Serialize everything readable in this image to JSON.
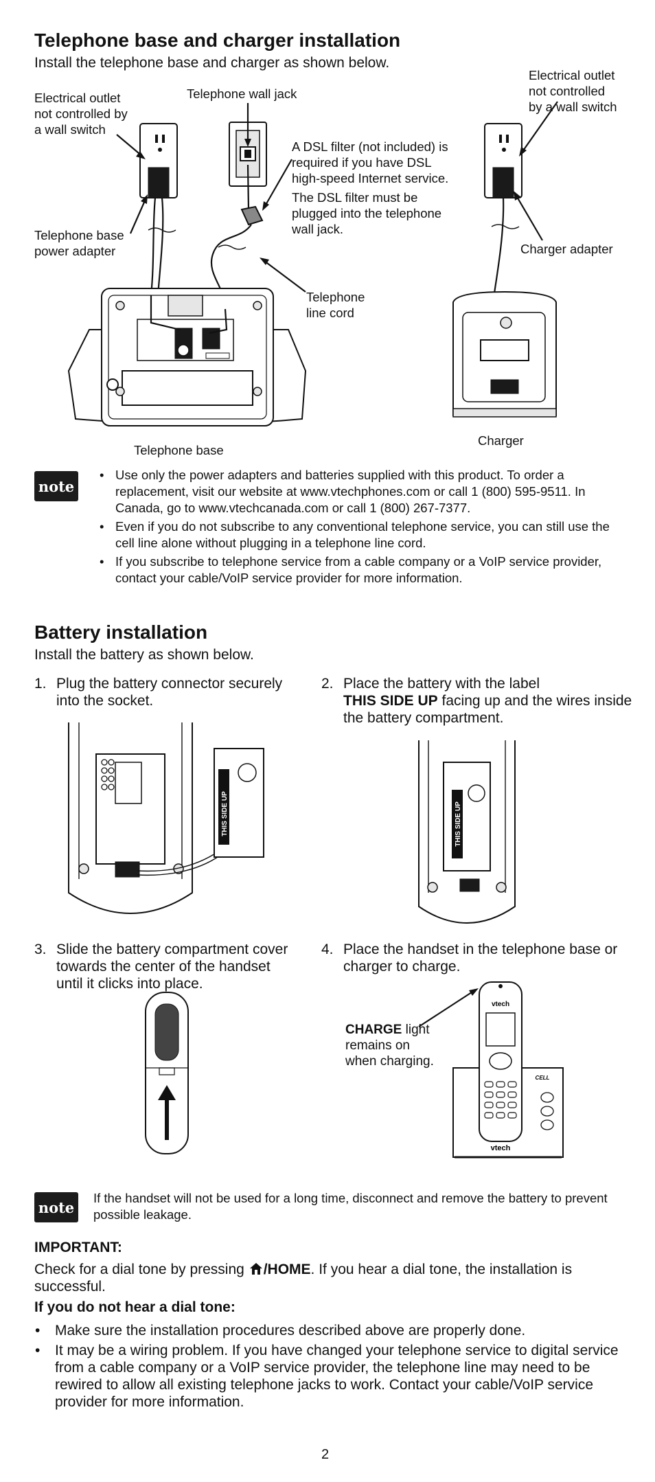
{
  "section1": {
    "title": "Telephone base and charger installation",
    "subtitle": "Install the telephone base and charger as shown below.",
    "labels": {
      "outlet_left": [
        "Electrical outlet",
        "not controlled by",
        "a wall switch"
      ],
      "wall_jack": "Telephone wall jack",
      "outlet_right": [
        "Electrical outlet",
        "not controlled",
        "by a wall switch"
      ],
      "dsl_filter": [
        "A DSL filter (not included) is",
        "required if you have DSL",
        "high-speed Internet service."
      ],
      "dsl_plug": [
        "The DSL filter must be",
        "plugged into the telephone",
        "wall jack."
      ],
      "base_adapter": [
        "Telephone base",
        "power adapter"
      ],
      "charger_adapter": "Charger adapter",
      "line_cord": [
        "Telephone",
        "line cord"
      ],
      "telephone_base": "Telephone base",
      "charger": "Charger"
    },
    "note_badge": "note",
    "notes": [
      "Use only the power adapters and batteries supplied with this product. To order a replacement, visit our website at www.vtechphones.com or call 1 (800) 595-9511. In Canada, go to www.vtechcanada.com or call 1 (800) 267-7377.",
      "Even if you do not subscribe to any conventional telephone service, you can still use the cell line alone without plugging in a telephone line cord.",
      "If you subscribe to telephone service from a cable company or a VoIP service provider, contact your cable/VoIP service provider for more information."
    ]
  },
  "section2": {
    "title": "Battery installation",
    "subtitle": "Install the battery as shown below.",
    "steps": [
      {
        "num": "1.",
        "text": "Plug the battery connector securely into the socket."
      },
      {
        "num": "2.",
        "text_pre": "Place the battery with the label",
        "text_bold": "THIS SIDE UP",
        "text_post": "facing up and the wires inside the battery compartment."
      },
      {
        "num": "3.",
        "text": "Slide the battery compartment cover towards the center of the handset until it clicks into place."
      },
      {
        "num": "4.",
        "text": "Place the handset in the telephone base or charger to charge."
      }
    ],
    "battery_label": "THIS SIDE UP",
    "charge_light": {
      "bold": "CHARGE",
      "rest": "light",
      "line2": "remains on",
      "line3": "when charging."
    },
    "phone_brand": "vtech",
    "cell_brand": "CELL",
    "note_badge": "note",
    "note": "If the handset will not be used for a long time, disconnect and remove the battery to prevent possible leakage."
  },
  "important": {
    "heading": "IMPORTANT:",
    "text_pre": "Check for a dial tone by pressing",
    "text_key": "/HOME",
    "text_post": ". If you hear a dial tone, the installation is successful.",
    "no_tone_heading": "If you do not hear a dial tone:",
    "bullets": [
      "Make sure the installation procedures described above are properly done.",
      "It may be a wiring problem. If you have changed your telephone service to digital service from a cable company or a VoIP service provider, the telephone line may need to be rewired to allow all existing telephone jacks to work. Contact your cable/VoIP service provider for more information."
    ]
  },
  "page_number": "2"
}
